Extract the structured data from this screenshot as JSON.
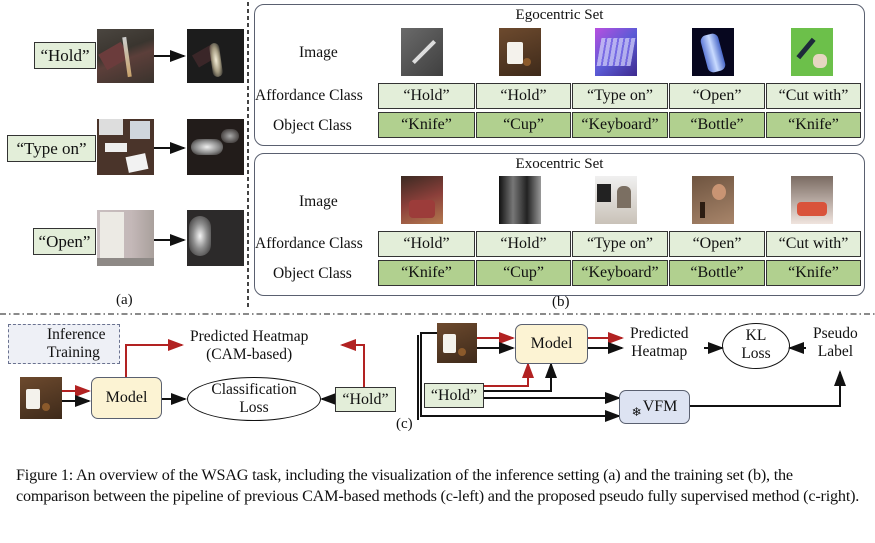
{
  "panel_a": {
    "label": "(a)",
    "rows": [
      {
        "text": "“Hold”",
        "image": "knife-on-block-photo",
        "heatmap": "knife-handle-heatmap"
      },
      {
        "text": "“Type on”",
        "image": "desk-keyboard-photo",
        "heatmap": "keyboard-heatmap"
      },
      {
        "text": "“Open”",
        "image": "refrigerator-photo",
        "heatmap": "refrigerator-door-heatmap"
      }
    ]
  },
  "panel_b": {
    "label": "(b)",
    "row_labels": {
      "image": "Image",
      "affordance": "Affordance Class",
      "object": "Object Class"
    },
    "egocentric": {
      "title": "Egocentric Set",
      "affordance": [
        "“Hold”",
        "“Hold”",
        "“Type on”",
        "“Open”",
        "“Cut with”"
      ],
      "object": [
        "“Knife”",
        "“Cup”",
        "“Keyboard”",
        "“Bottle”",
        "“Knife”"
      ],
      "images": [
        "knife-photo",
        "cup-photo",
        "keyboard-photo",
        "bottle-photo",
        "knife-green-photo"
      ]
    },
    "exocentric": {
      "title": "Exocentric Set",
      "affordance": [
        "“Hold”",
        "“Hold”",
        "“Type on”",
        "“Open”",
        "“Cut with”"
      ],
      "object": [
        "“Knife”",
        "“Cup”",
        "“Keyboard”",
        "“Bottle”",
        "“Knife”"
      ],
      "images": [
        "person-cutting-meat-photo",
        "person-holding-cup-photo",
        "person-typing-photo",
        "person-opening-bottle-photo",
        "person-cutting-vegetables-photo"
      ]
    }
  },
  "panel_c": {
    "label": "(c)",
    "legend": {
      "inference": "Inference",
      "training": "Training"
    },
    "left": {
      "model": "Model",
      "predicted_heatmap": [
        "Predicted Heatmap",
        "(CAM-based)"
      ],
      "loss": [
        "Classification",
        "Loss"
      ],
      "text_label": "“Hold”"
    },
    "right": {
      "model": "Model",
      "predicted_heatmap": [
        "Predicted",
        "Heatmap"
      ],
      "loss": [
        "KL",
        "Loss"
      ],
      "pseudo_label": [
        "Pseudo",
        "Label"
      ],
      "text_label": "“Hold”",
      "vfm": "VFM",
      "vfm_icon": "snowflake-icon"
    }
  },
  "colors": {
    "inference_arrow": "#b22222",
    "training_arrow": "#111111",
    "affordance_cell": "#e3eed9",
    "object_cell": "#b1d08f",
    "model_box": "#fcf3d3",
    "vfm_box": "#dde3f2"
  },
  "caption": "Figure 1: An overview of the WSAG task, including the visualization of the inference setting (a) and the training set (b), the comparison between the pipeline of previous CAM-based methods (c-left) and the proposed pseudo fully supervised method (c-right)."
}
